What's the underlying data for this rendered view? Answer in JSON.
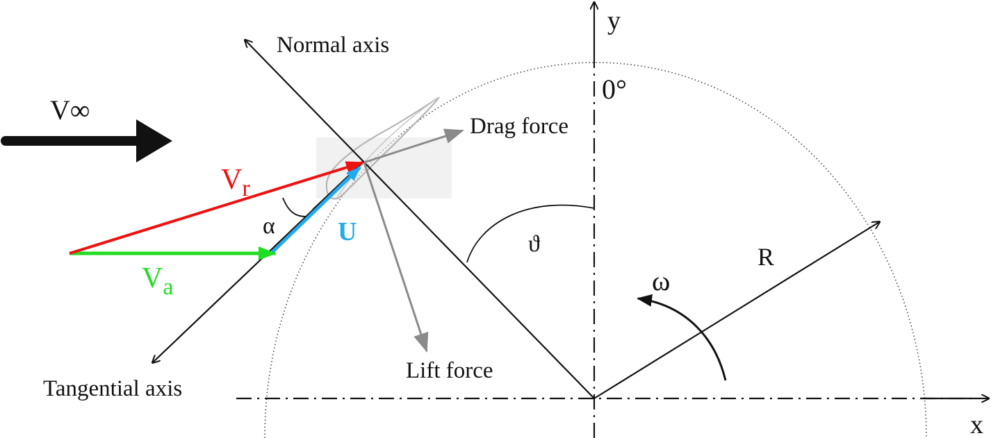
{
  "labels": {
    "v_inf": "V∞",
    "normal_axis": "Normal axis",
    "tangential_axis": "Tangential axis",
    "drag_force": "Drag force",
    "lift_force": "Lift force",
    "zero_deg": "0°",
    "y_axis": "y",
    "x_axis": "x",
    "vr_main": "V",
    "vr_sub": "r",
    "va_main": "V",
    "va_sub": "a",
    "u": "U",
    "alpha": "α",
    "theta": "ϑ",
    "omega": "ω",
    "radius": "R"
  },
  "colors": {
    "vr": "#ee1111",
    "va": "#22dd22",
    "u": "#22aaee",
    "force": "#8a8a8a",
    "ink": "#111111"
  }
}
